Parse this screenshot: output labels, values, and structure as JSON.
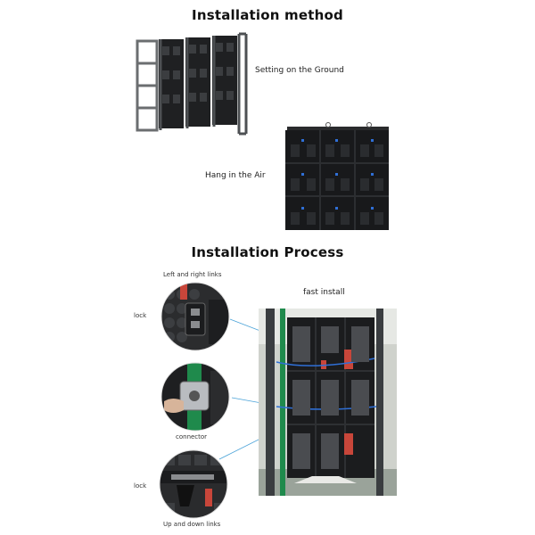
{
  "section1": {
    "title": "Installation method",
    "ground_label": "Setting on the Ground",
    "air_label": "Hang in the Air"
  },
  "section2": {
    "title": "Installation Process",
    "left_right_label": "Left and right links",
    "lock_label_top": "lock",
    "connector_label": "connector",
    "lock_label_bottom": "lock",
    "up_down_label": "Up and down links",
    "fast_install_label": "fast install"
  },
  "colors": {
    "frame": "#3a3d40",
    "panel": "#1b1c1e",
    "accent_blue": "#2f6fd6",
    "link_red": "#c8463a",
    "pillar_green": "#1f8a4c",
    "callout_line": "#4aa3d8"
  }
}
